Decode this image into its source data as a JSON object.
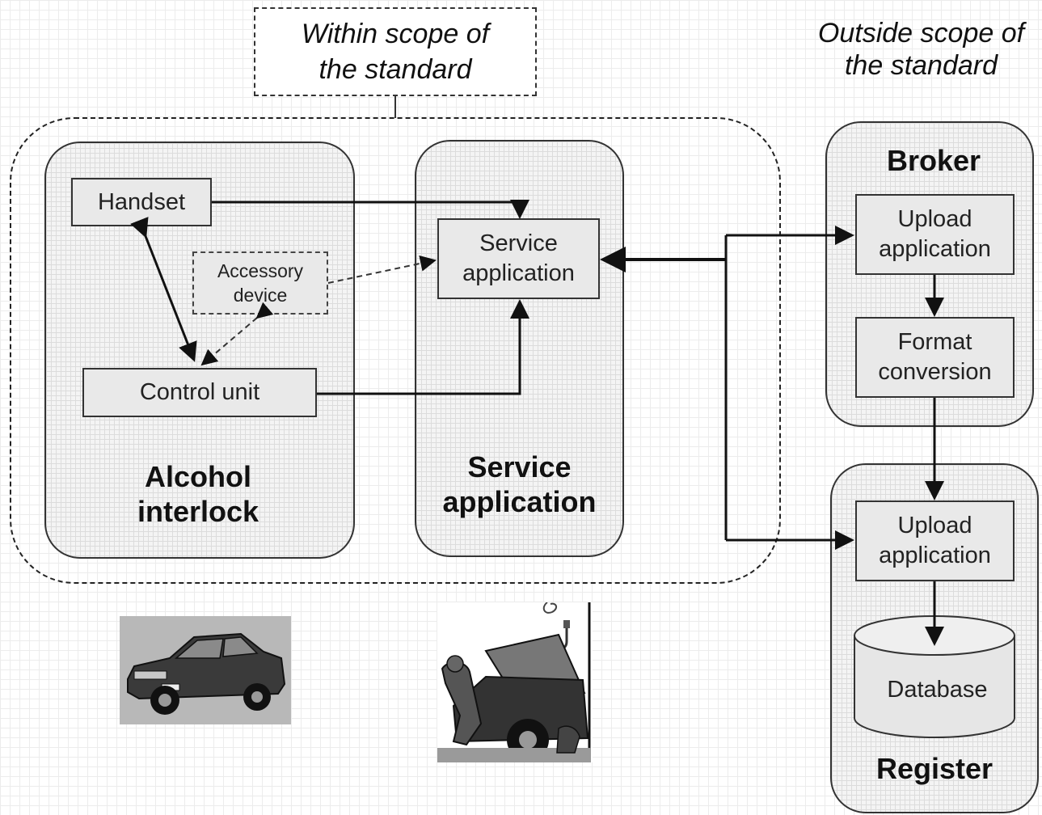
{
  "scope": {
    "within": [
      "Within scope of",
      "the standard"
    ],
    "outside": [
      "Outside scope of",
      "the standard"
    ]
  },
  "panels": {
    "alcohol_interlock": [
      "Alcohol",
      "interlock"
    ],
    "service_application": [
      "Service",
      "application"
    ],
    "broker": "Broker",
    "register": "Register"
  },
  "nodes": {
    "handset": "Handset",
    "accessory_device": [
      "Accessory",
      "device"
    ],
    "control_unit": "Control unit",
    "service_application": [
      "Service",
      "application"
    ],
    "broker_upload_application": [
      "Upload",
      "application"
    ],
    "format_conversion": [
      "Format",
      "conversion"
    ],
    "register_upload_application": [
      "Upload",
      "application"
    ],
    "database": "Database"
  },
  "illustrations": {
    "car": "car-clipart",
    "mechanic": "mechanic-repairing-car-clipart"
  }
}
